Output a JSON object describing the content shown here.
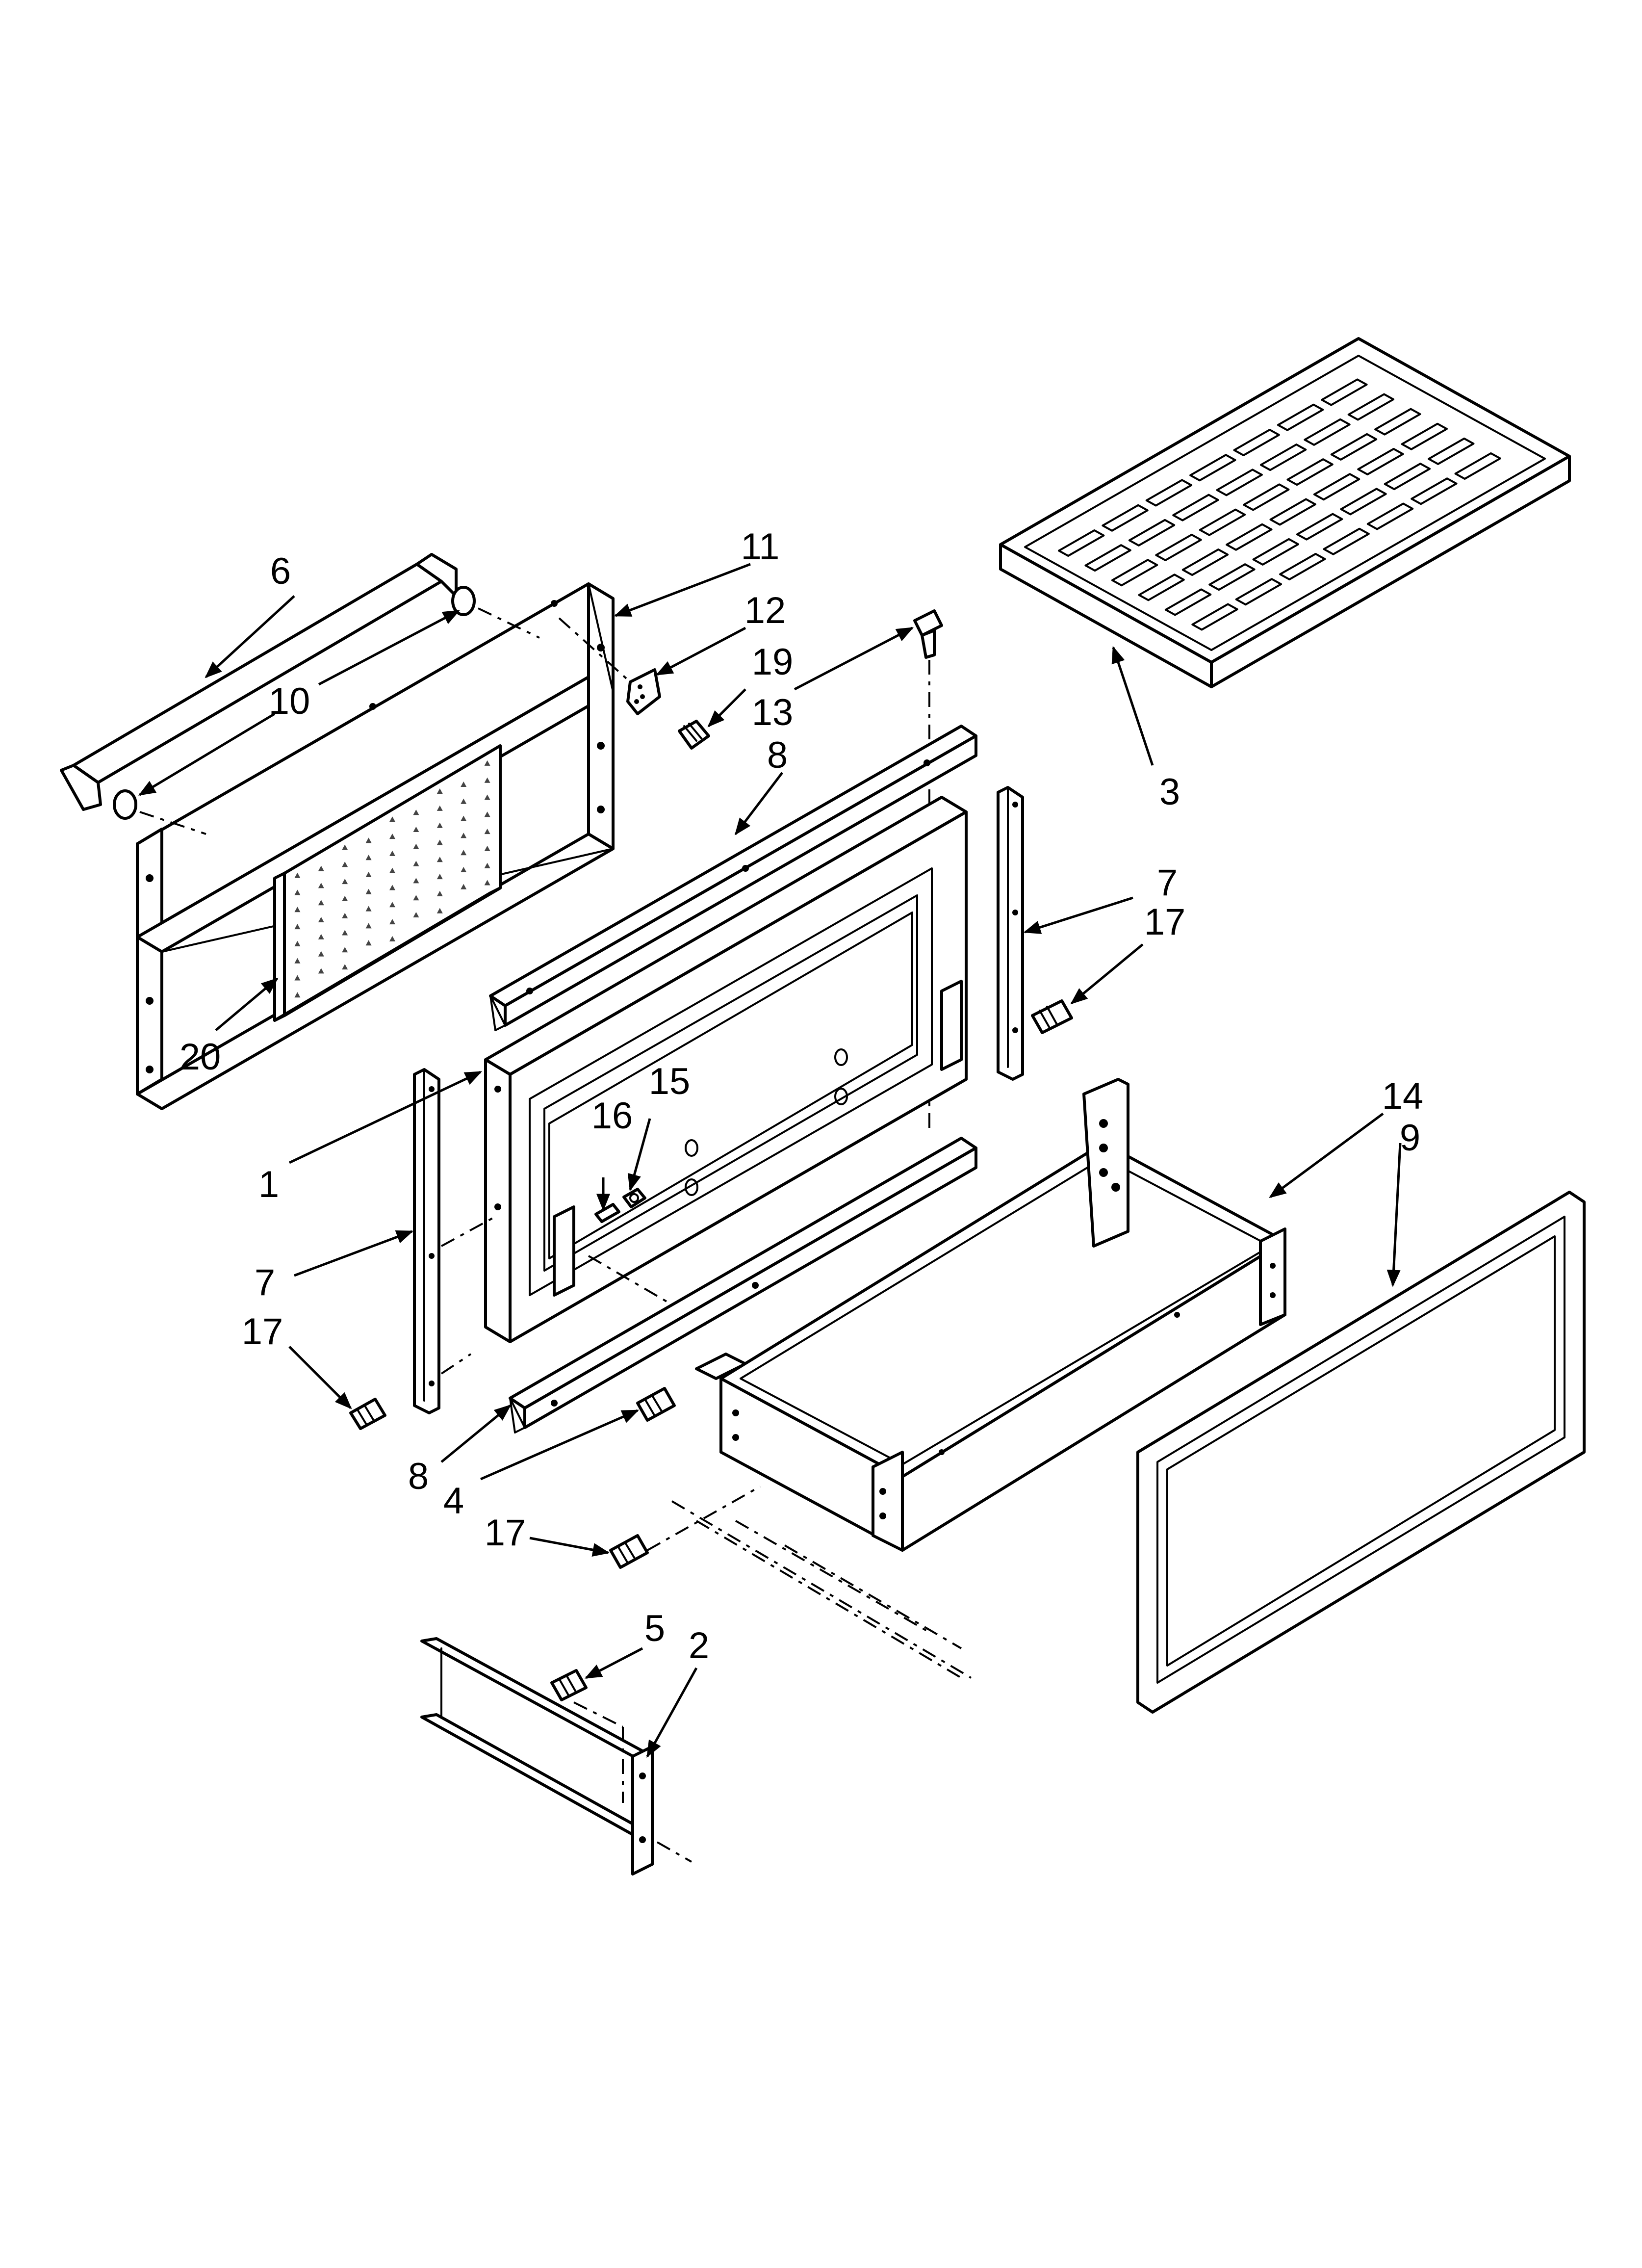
{
  "diagram": {
    "type": "exploded-parts-diagram",
    "callouts": [
      {
        "id": "c6",
        "label": "6"
      },
      {
        "id": "c11",
        "label": "11"
      },
      {
        "id": "c12",
        "label": "12"
      },
      {
        "id": "c19",
        "label": "19"
      },
      {
        "id": "c13",
        "label": "13"
      },
      {
        "id": "c10",
        "label": "10"
      },
      {
        "id": "c8a",
        "label": "8"
      },
      {
        "id": "c3",
        "label": "3"
      },
      {
        "id": "c7a",
        "label": "7"
      },
      {
        "id": "c17a",
        "label": "17"
      },
      {
        "id": "c20",
        "label": "20"
      },
      {
        "id": "c15",
        "label": "15"
      },
      {
        "id": "c16",
        "label": "16"
      },
      {
        "id": "c14",
        "label": "14"
      },
      {
        "id": "c9",
        "label": "9"
      },
      {
        "id": "c1",
        "label": "1"
      },
      {
        "id": "c7b",
        "label": "7"
      },
      {
        "id": "c17b",
        "label": "17"
      },
      {
        "id": "c8b",
        "label": "8"
      },
      {
        "id": "c4",
        "label": "4"
      },
      {
        "id": "c17c",
        "label": "17"
      },
      {
        "id": "c5",
        "label": "5"
      },
      {
        "id": "c2",
        "label": "2"
      }
    ]
  }
}
